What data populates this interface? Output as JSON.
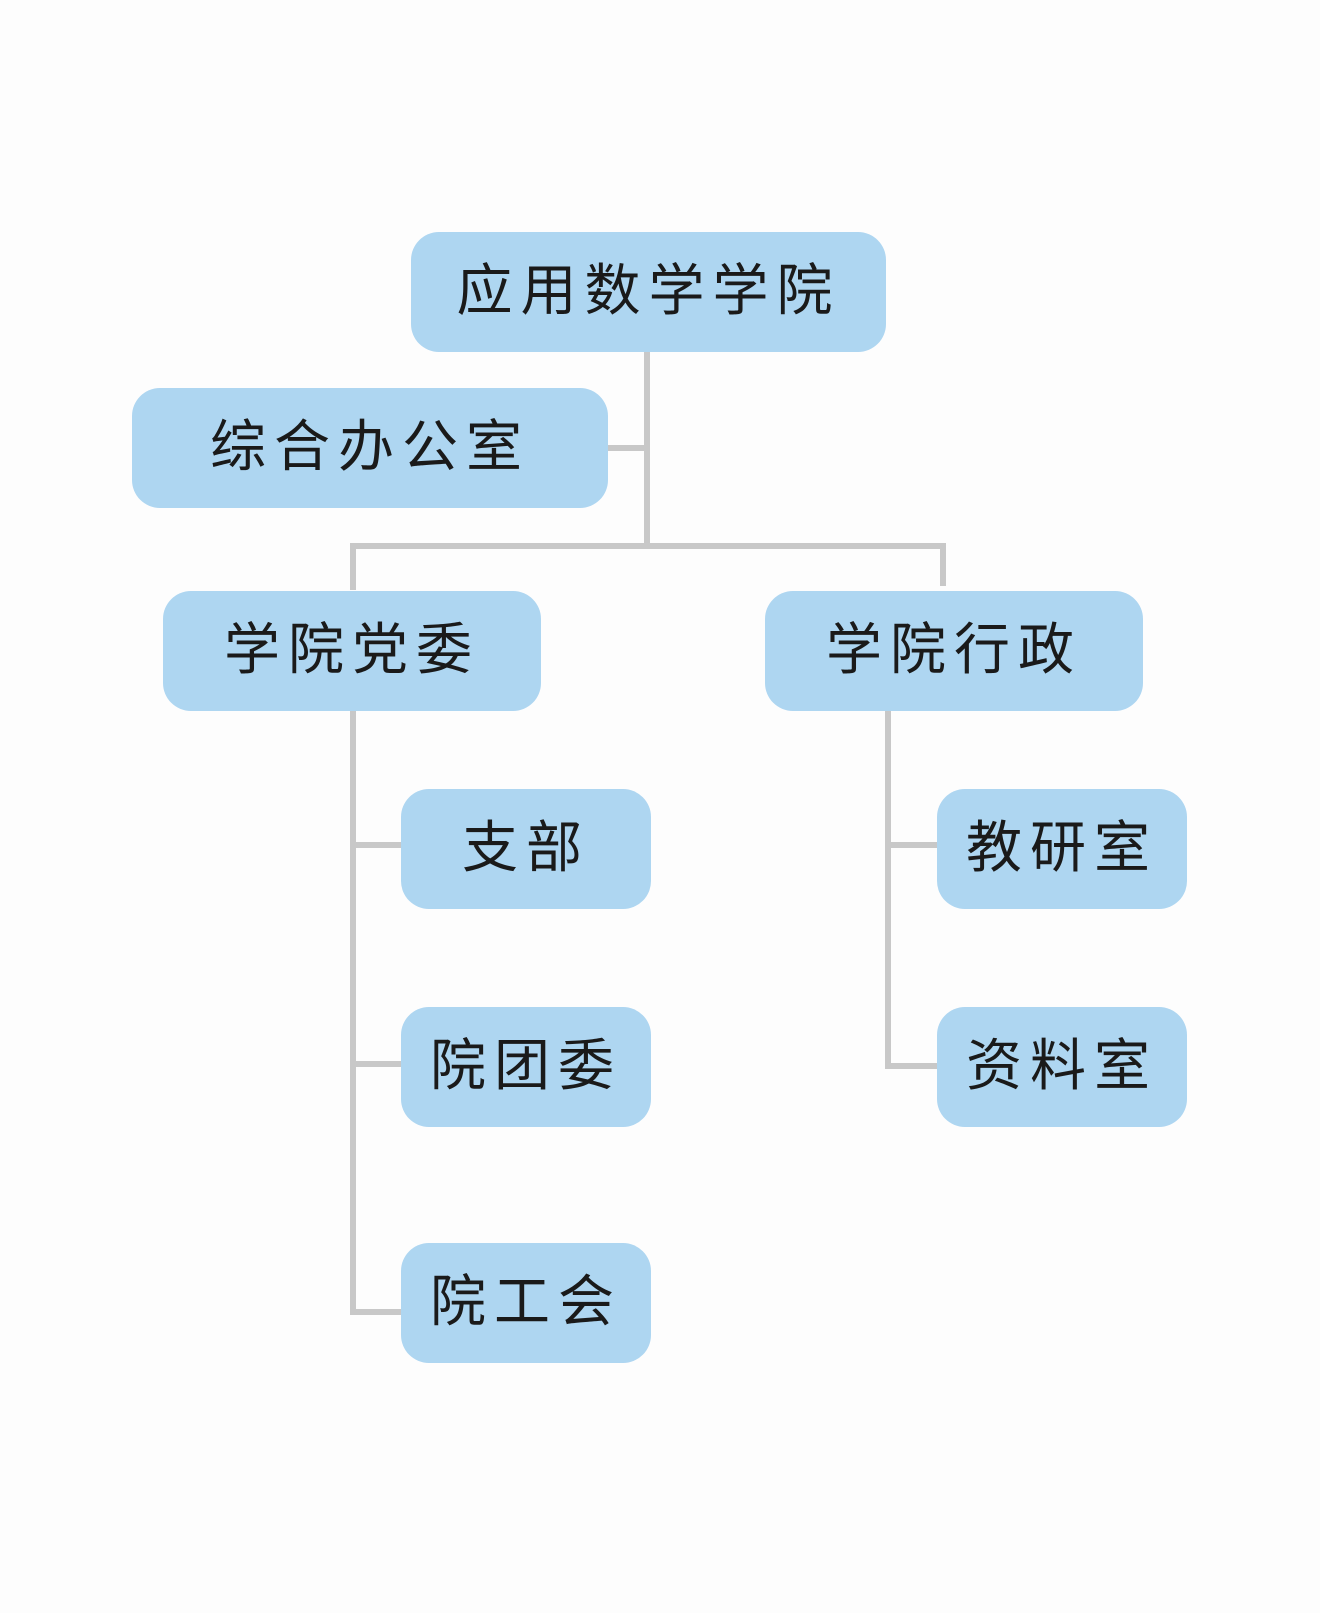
{
  "org_chart": {
    "root": {
      "label": "应用数学学院"
    },
    "office": {
      "label": "综合办公室"
    },
    "party": {
      "label": "学院党委",
      "children": [
        {
          "label": "支部"
        },
        {
          "label": "院团委"
        },
        {
          "label": "院工会"
        }
      ]
    },
    "admin": {
      "label": "学院行政",
      "children": [
        {
          "label": "教研室"
        },
        {
          "label": "资料室"
        }
      ]
    }
  },
  "colors": {
    "node_fill": "#aed6f1",
    "connector": "#c8c8c8",
    "text": "#1a1a1a",
    "background": "#fdfdfd"
  }
}
